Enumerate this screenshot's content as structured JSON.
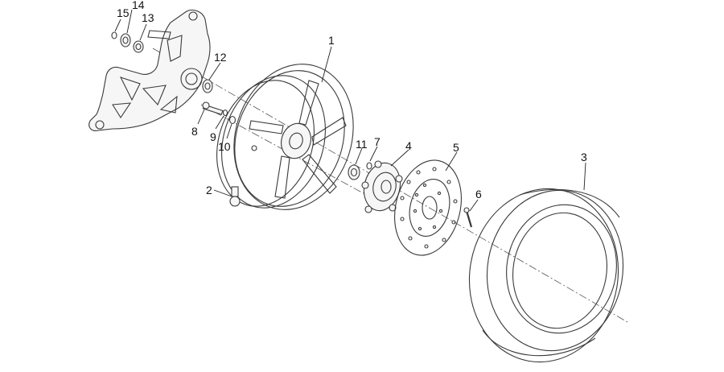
{
  "diagram": {
    "callouts": [
      {
        "id": "rear-wheel-rim",
        "label": "1"
      },
      {
        "id": "tyre-valve",
        "label": "2"
      },
      {
        "id": "tyre",
        "label": "3"
      },
      {
        "id": "wheel-hub",
        "label": "4"
      },
      {
        "id": "brake-disc",
        "label": "5"
      },
      {
        "id": "disc-screw",
        "label": "6"
      },
      {
        "id": "hub-washer",
        "label": "7"
      },
      {
        "id": "axle-bolt",
        "label": "8"
      },
      {
        "id": "bolt-washer",
        "label": "9"
      },
      {
        "id": "bolt-nut",
        "label": "10"
      },
      {
        "id": "hub-spacer",
        "label": "11"
      },
      {
        "id": "swingarm-bearing",
        "label": "12"
      },
      {
        "id": "bush",
        "label": "13"
      },
      {
        "id": "bearing",
        "label": "14"
      },
      {
        "id": "circlip",
        "label": "15"
      }
    ]
  }
}
